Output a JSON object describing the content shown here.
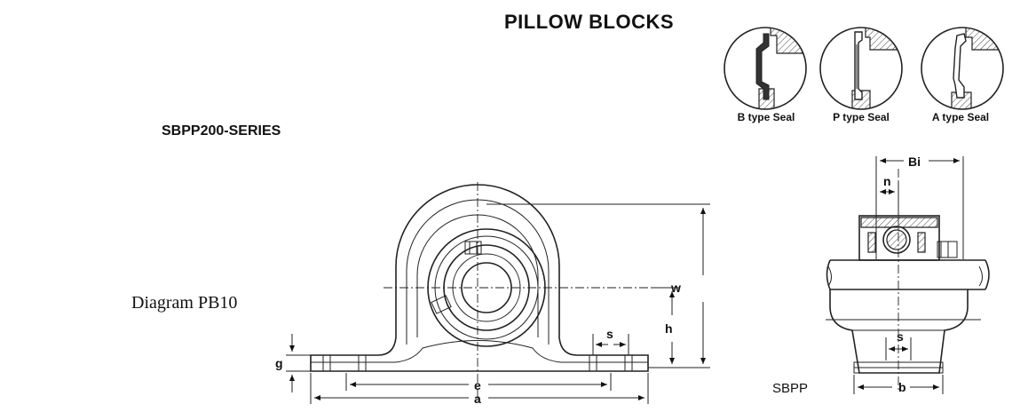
{
  "header": {
    "title": "PILLOW BLOCKS"
  },
  "series_label": "SBPP200-SERIES",
  "diagram_label": "Diagram PB10",
  "seals": [
    {
      "label": "B type Seal",
      "icon": "b-type-seal-icon"
    },
    {
      "label": "P type Seal",
      "icon": "p-type-seal-icon"
    },
    {
      "label": "A type Seal",
      "icon": "a-type-seal-icon"
    }
  ],
  "front_view": {
    "dimensions": {
      "w": "w",
      "h": "h",
      "g": "g",
      "s": "s",
      "e": "e",
      "a": "a"
    }
  },
  "side_view": {
    "label": "SBPP",
    "dimensions": {
      "Bi": "Bi",
      "n": "n",
      "s": "s",
      "b": "b"
    }
  }
}
